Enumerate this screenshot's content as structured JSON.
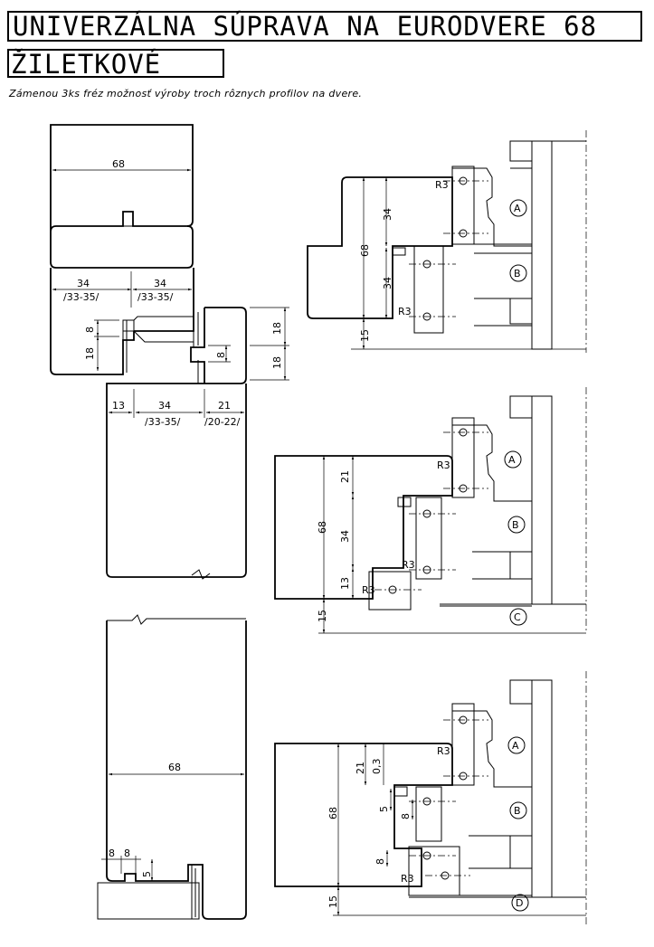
{
  "title": {
    "line1": "UNIVERZÁLNA SÚPRAVA NA EURODVERE 68",
    "line2": "ŽILETKOVÉ"
  },
  "subtitle": "Zámenou 3ks fréz možnosť výroby troch rôznych profilov na dvere.",
  "left_drawing": {
    "dim_top_width": "68",
    "dim_left_34": "34",
    "dim_left_34_tol": "/33-35/",
    "dim_right_34": "34",
    "dim_right_34_tol": "/33-35/",
    "dim_8": "8",
    "dim_18": "18",
    "dim_frame_18_upper": "18",
    "dim_frame_18_lower": "18",
    "dim_frame_8": "8",
    "dim_bottom_13": "13",
    "dim_bottom_34": "34",
    "dim_bottom_34_tol": "/33-35/",
    "dim_bottom_21": "21",
    "dim_bottom_21_tol": "/20-22/"
  },
  "lower_left_drawing": {
    "dim_width": "68",
    "dim_8a": "8",
    "dim_8b": "8",
    "dim_5": "5"
  },
  "setups": [
    {
      "dims": [
        "34",
        "68",
        "34",
        "15"
      ],
      "radius_labels": [
        "R3",
        "R3"
      ],
      "cutters": [
        "A",
        "B"
      ]
    },
    {
      "dims": [
        "21",
        "68",
        "34",
        "13",
        "15"
      ],
      "radius_labels": [
        "R3",
        "R3",
        "R3"
      ],
      "cutters": [
        "A",
        "B",
        "C"
      ]
    },
    {
      "dims": [
        "21",
        "0,3",
        "68",
        "5",
        "8",
        "8",
        "15"
      ],
      "radius_labels": [
        "R3",
        "R3"
      ],
      "cutters": [
        "A",
        "B",
        "D"
      ]
    }
  ]
}
